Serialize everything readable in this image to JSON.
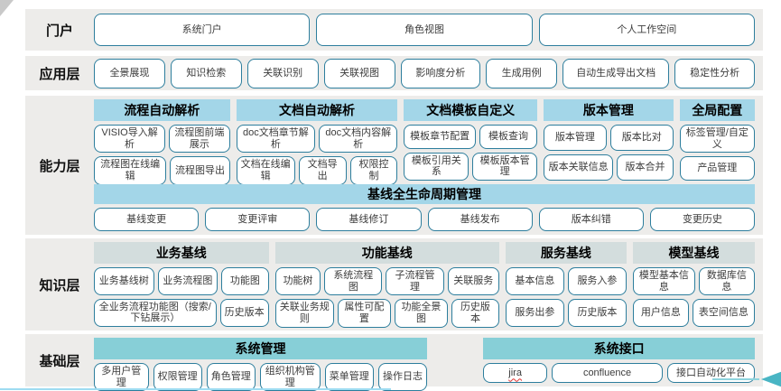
{
  "colors": {
    "band_bg": "#edecea",
    "button_border": "#2d7e9d",
    "header_blue": "#a3d6e8",
    "header_pale": "#d3dddd",
    "header_teal": "#87cfd7",
    "arrow": "#49b5c4"
  },
  "layers": {
    "portal": {
      "label": "门户",
      "buttons": [
        "系统门户",
        "角色视图",
        "个人工作空间"
      ]
    },
    "application": {
      "label": "应用层",
      "buttons": [
        "全景展现",
        "知识检索",
        "关联识别",
        "关联视图",
        "影响度分析",
        "生成用例",
        "自动生成导出文档",
        "稳定性分析"
      ]
    },
    "capability": {
      "label": "能力层",
      "groups": [
        {
          "title": "流程自动解析",
          "rows": [
            [
              "VISIO导入解析",
              "流程图前端展示"
            ],
            [
              "流程图在线编辑",
              "流程图导出"
            ]
          ]
        },
        {
          "title": "文档自动解析",
          "rows": [
            [
              "doc文档章节解析",
              "doc文档内容解析"
            ],
            [
              "文档在线编辑",
              "文档导出",
              "权限控制"
            ]
          ]
        },
        {
          "title": "文档模板自定义",
          "rows": [
            [
              "模板章节配置",
              "模板查询"
            ],
            [
              "模板引用关系",
              "模板版本管理"
            ]
          ]
        },
        {
          "title": "版本管理",
          "rows": [
            [
              "版本管理",
              "版本比对"
            ],
            [
              "版本关联信息",
              "版本合并"
            ]
          ]
        },
        {
          "title": "全局配置",
          "rows": [
            [
              "标签管理/自定义"
            ],
            [
              "产品管理"
            ]
          ]
        }
      ],
      "baseline": {
        "title": "基线全生命周期管理",
        "buttons": [
          "基线变更",
          "变更评审",
          "基线修订",
          "基线发布",
          "版本纠错",
          "变更历史"
        ]
      }
    },
    "knowledge": {
      "label": "知识层",
      "groups": [
        {
          "title": "业务基线",
          "rows": [
            [
              "业务基线树",
              "业务流程图",
              "功能图"
            ],
            [
              "全业务流程功能图（搜索/下钻展示）",
              "历史版本"
            ]
          ]
        },
        {
          "title": "功能基线",
          "rows": [
            [
              "功能树",
              "系统流程图",
              "子流程管理",
              "关联服务"
            ],
            [
              "关联业务规则",
              "属性可配置",
              "功能全景图",
              "历史版本"
            ]
          ]
        },
        {
          "title": "服务基线",
          "rows": [
            [
              "基本信息",
              "服务入参"
            ],
            [
              "服务出参",
              "历史版本"
            ]
          ]
        },
        {
          "title": "模型基线",
          "rows": [
            [
              "模型基本信息",
              "数据库信息"
            ],
            [
              "用户信息",
              "表空间信息"
            ]
          ]
        }
      ]
    },
    "foundation": {
      "label": "基础层",
      "groups": [
        {
          "title": "系统管理",
          "buttons": [
            "多用户管理",
            "权限管理",
            "角色管理",
            "组织机构管理",
            "菜单管理",
            "操作日志"
          ]
        },
        {
          "title": "系统接口",
          "buttons": [
            {
              "label": "jira",
              "squiggle": true
            },
            "confluence",
            "接口自动化平台"
          ]
        }
      ]
    }
  }
}
